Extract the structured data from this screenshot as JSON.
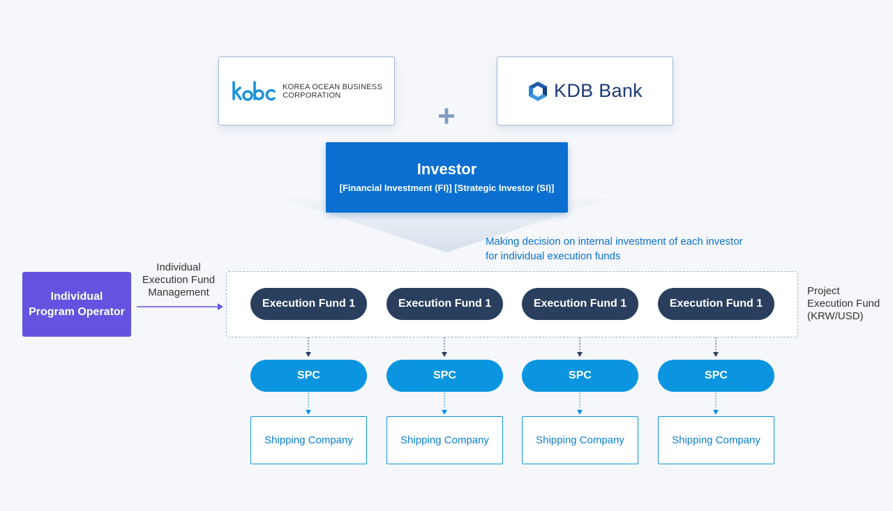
{
  "partners": {
    "kobc": {
      "logo_text": "kobc",
      "name": "KOREA OCEAN BUSINESS\nCORPORATION"
    },
    "kdb": {
      "name": "KDB Bank"
    }
  },
  "plus_symbol": "+",
  "investor": {
    "title": "Investor",
    "subtitle": "[Financial Investment (FI)] [Strategic Investor (SI)]"
  },
  "decision_note": {
    "line1": "Making decision on internal investment of each investor",
    "line2": "for individual execution funds"
  },
  "operator": {
    "line1": "Individual",
    "line2": "Program Operator"
  },
  "operator_arrow_label": {
    "line1": "Individual",
    "line2": "Execution Fund",
    "line3": "Management"
  },
  "project_fund_label": {
    "line1": "Project",
    "line2": "Execution Fund",
    "line3": "(KRW/USD)"
  },
  "columns": [
    {
      "fund": "Execution Fund 1",
      "spc": "SPC",
      "company": "Shipping Company"
    },
    {
      "fund": "Execution Fund 1",
      "spc": "SPC",
      "company": "Shipping Company"
    },
    {
      "fund": "Execution Fund 1",
      "spc": "SPC",
      "company": "Shipping Company"
    },
    {
      "fund": "Execution Fund 1",
      "spc": "SPC",
      "company": "Shipping Company"
    }
  ],
  "colors": {
    "investor": "#0a6fd0",
    "operator": "#6552e0",
    "fund": "#2a3f5e",
    "spc": "#0b95e0"
  }
}
